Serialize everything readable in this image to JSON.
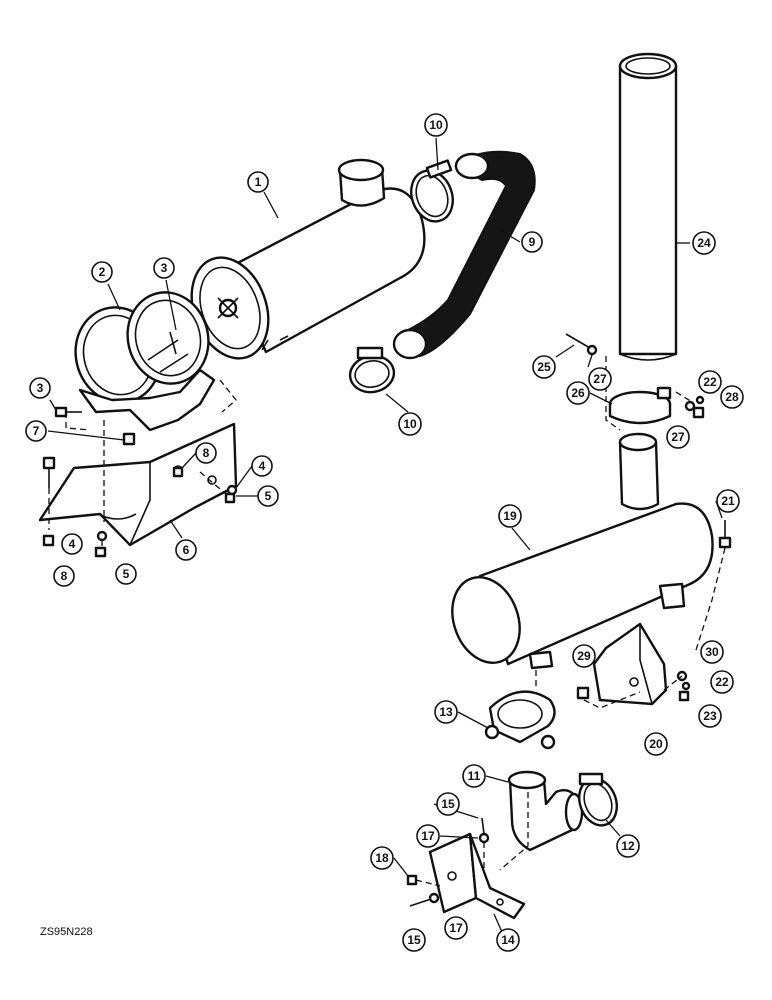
{
  "drawing_code": "ZS95N228",
  "callouts": [
    {
      "id": "c1",
      "label": "1"
    },
    {
      "id": "c2",
      "label": "2"
    },
    {
      "id": "c3a",
      "label": "3"
    },
    {
      "id": "c3b",
      "label": "3"
    },
    {
      "id": "c4a",
      "label": "4"
    },
    {
      "id": "c4b",
      "label": "4"
    },
    {
      "id": "c5a",
      "label": "5"
    },
    {
      "id": "c5b",
      "label": "5"
    },
    {
      "id": "c6",
      "label": "6"
    },
    {
      "id": "c7",
      "label": "7"
    },
    {
      "id": "c8a",
      "label": "8"
    },
    {
      "id": "c8b",
      "label": "8"
    },
    {
      "id": "c9",
      "label": "9"
    },
    {
      "id": "c10a",
      "label": "10"
    },
    {
      "id": "c10b",
      "label": "10"
    },
    {
      "id": "c11",
      "label": "11"
    },
    {
      "id": "c12",
      "label": "12"
    },
    {
      "id": "c13",
      "label": "13"
    },
    {
      "id": "c14",
      "label": "14"
    },
    {
      "id": "c15a",
      "label": "15"
    },
    {
      "id": "c15b",
      "label": "15"
    },
    {
      "id": "c17a",
      "label": "17"
    },
    {
      "id": "c17b",
      "label": "17"
    },
    {
      "id": "c18",
      "label": "18"
    },
    {
      "id": "c19",
      "label": "19"
    },
    {
      "id": "c20",
      "label": "20"
    },
    {
      "id": "c21",
      "label": "21"
    },
    {
      "id": "c22a",
      "label": "22"
    },
    {
      "id": "c22b",
      "label": "22"
    },
    {
      "id": "c23",
      "label": "23"
    },
    {
      "id": "c24",
      "label": "24"
    },
    {
      "id": "c25",
      "label": "25"
    },
    {
      "id": "c26",
      "label": "26"
    },
    {
      "id": "c27a",
      "label": "27"
    },
    {
      "id": "c27b",
      "label": "27"
    },
    {
      "id": "c28",
      "label": "28"
    },
    {
      "id": "c29",
      "label": "29"
    },
    {
      "id": "c30",
      "label": "30"
    }
  ]
}
